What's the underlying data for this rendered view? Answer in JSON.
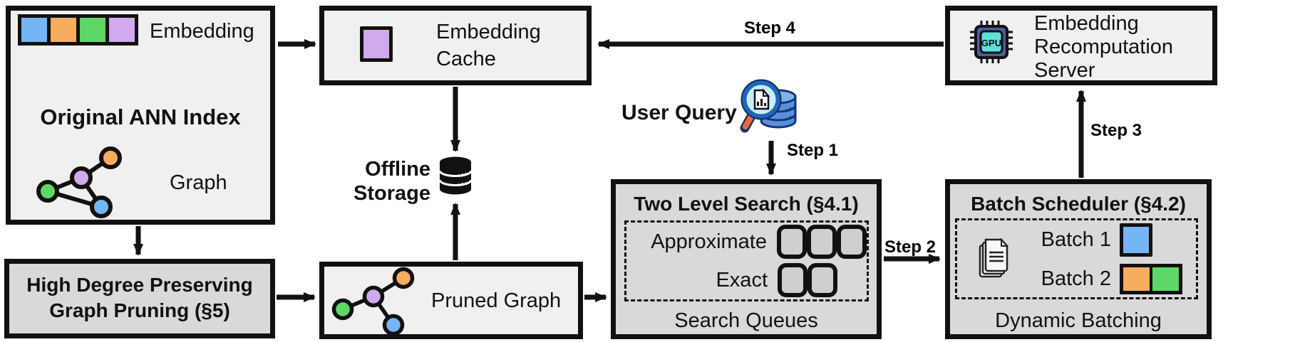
{
  "colors": {
    "blue": "#74b5f5",
    "orange": "#f7ad60",
    "green": "#5fd766",
    "purple": "#d0aaee",
    "box_light": "#f0f0f0",
    "box_dark": "#d9d9d9",
    "slot_gray": "#cfcfcf",
    "line_black": "#111111",
    "gpu_chip": "#4d5fa0",
    "gpu_core": "#5fe0d8",
    "db_blue": "#5b8ede",
    "db_blue_light": "#7fb3ea",
    "db_outline": "#16366e",
    "lens_fill": "#c8ecf8",
    "lens_ring": "#1f66bb",
    "handle_orange": "#f2683c"
  },
  "boxes": {
    "original_ann_index": {
      "title": "Original ANN Index",
      "embedding_label": "Embedding",
      "embedding_cells": [
        "blue",
        "orange",
        "green",
        "purple"
      ],
      "graph_label": "Graph",
      "graph_nodes": [
        "orange",
        "purple",
        "green",
        "blue"
      ]
    },
    "high_degree_pruning": {
      "title_line1": "High Degree Preserving",
      "title_line2": "Graph Pruning (§5)"
    },
    "embedding_cache": {
      "title_line1": "Embedding",
      "title_line2": "Cache",
      "cached_cell": "purple"
    },
    "offline_storage": {
      "label_line1": "Offline",
      "label_line2": "Storage"
    },
    "pruned_graph": {
      "label": "Pruned Graph",
      "graph_nodes": [
        "orange",
        "purple",
        "green",
        "blue"
      ]
    },
    "user_query": {
      "label": "User Query"
    },
    "two_level_search": {
      "title": "Two Level Search (§4.1)",
      "row1_label": "Approximate",
      "row1_slots": 3,
      "row2_label": "Exact",
      "row2_slots": 2,
      "footer": "Search Queues"
    },
    "batch_scheduler": {
      "title": "Batch Scheduler (§4.2)",
      "batch1_label": "Batch 1",
      "batch1_cells": [
        "blue"
      ],
      "batch2_label": "Batch 2",
      "batch2_cells": [
        "orange",
        "green"
      ],
      "footer": "Dynamic Batching"
    },
    "recomputation_server": {
      "title_line1": "Embedding",
      "title_line2": "Recomputation",
      "title_line3": "Server",
      "gpu_text": "GPU"
    }
  },
  "steps": {
    "step1": "Step 1",
    "step2": "Step 2",
    "step3": "Step 3",
    "step4": "Step 4"
  }
}
